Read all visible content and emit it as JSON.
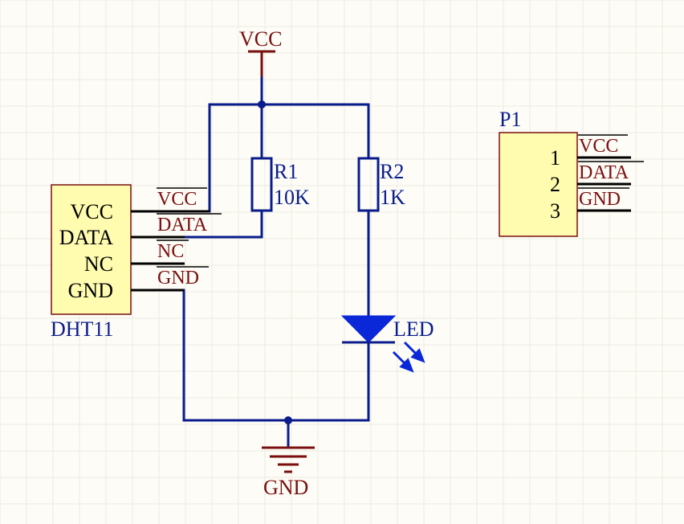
{
  "colors": {
    "background": "#fdfcf6",
    "grid": "#ecebe2",
    "wire": "#0a1c8c",
    "power": "#7a0f0f",
    "net_label": "#7a0f0f",
    "designator": "#0a1c8c",
    "component_fill": "#fffcb0",
    "component_border": "#7a0f0f",
    "led_fill": "#0a28d8",
    "pin_black": "#000000",
    "text_black": "#000000"
  },
  "power_ports": {
    "vcc_label": "VCC",
    "gnd_label": "GND"
  },
  "sensor": {
    "designator": "DHT11",
    "pin_names": [
      "VCC",
      "DATA",
      "NC",
      "GND"
    ],
    "net_labels": [
      "VCC",
      "DATA",
      "NC",
      "GND"
    ]
  },
  "resistors": [
    {
      "designator": "R1",
      "value": "10K"
    },
    {
      "designator": "R2",
      "value": "1K"
    }
  ],
  "led": {
    "designator": "LED"
  },
  "connector": {
    "designator": "P1",
    "pin_numbers": [
      "1",
      "2",
      "3"
    ],
    "net_labels": [
      "VCC",
      "DATA",
      "GND"
    ]
  }
}
